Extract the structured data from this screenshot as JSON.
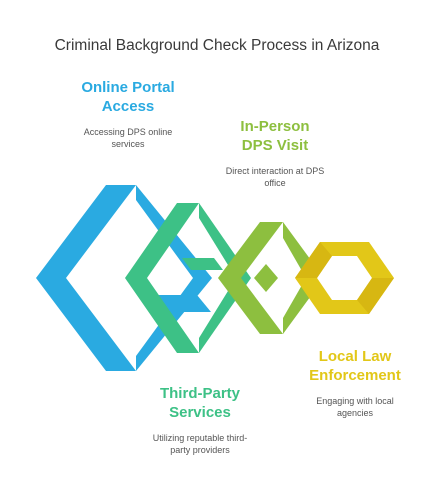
{
  "title": "Criminal Background Check Process in Arizona",
  "steps": [
    {
      "head": "Online Portal Access",
      "desc": "Accessing DPS online services",
      "color": "#2aaae1"
    },
    {
      "head": "Third-Party Services",
      "desc": "Utilizing reputable third-party providers",
      "color": "#3dc186"
    },
    {
      "head": "In-Person DPS Visit",
      "desc": "Direct interaction at DPS office",
      "color": "#8dbf3f"
    },
    {
      "head": "Local Law Enforcement",
      "desc": "Engaging with local agencies",
      "color": "#e2c718"
    }
  ]
}
